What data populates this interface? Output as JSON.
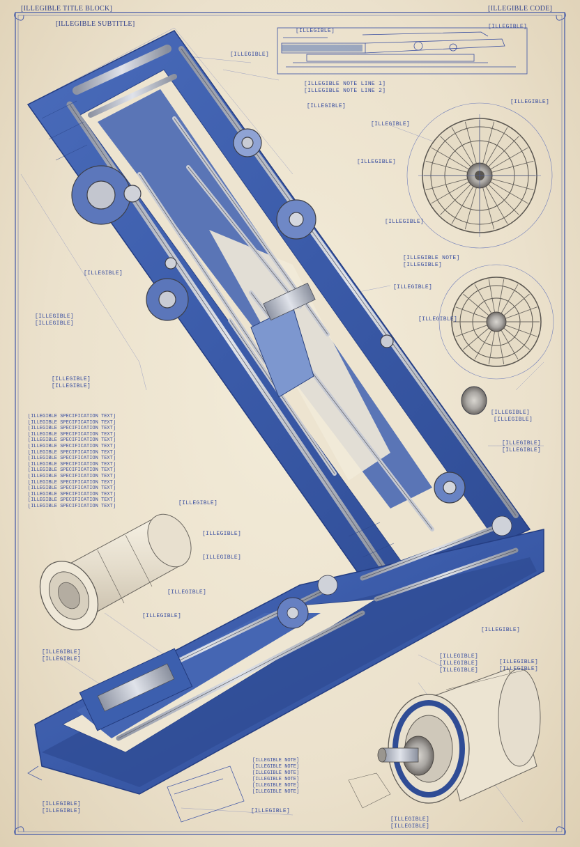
{
  "sheet": {
    "title_left": "[ILLEGIBLE TITLE BLOCK]",
    "title_right": "[ILLEGIBLE CODE]",
    "subtitle": "[ILLEGIBLE SUBTITLE]",
    "inset_caption": "[ILLEGIBLE]",
    "inset_note_right": "[ILLEGIBLE]"
  },
  "callouts": {
    "c_top_label": "[ILLEGIBLE]",
    "c_note_1": "[ILLEGIBLE NOTE LINE 1]",
    "c_note_2": "[ILLEGIBLE NOTE LINE 2]",
    "c_note_3": "[ILLEGIBLE]",
    "c_gear1_top": "[ILLEGIBLE]",
    "c_gear1_left": "[ILLEGIBLE]",
    "c_gear1_left2": "[ILLEGIBLE]",
    "c_gear1_mid": "[ILLEGIBLE]",
    "c_gear1_bot": "[ILLEGIBLE]",
    "c_gear2_top": "[ILLEGIBLE NOTE]",
    "c_gear2_top2": "[ILLEGIBLE]",
    "c_gear2_left": "[ILLEGIBLE]",
    "c_gear2_right": "[ILLEGIBLE]",
    "c_left_1": "[ILLEGIBLE]",
    "c_left_1b": "[ILLEGIBLE]",
    "c_left_2": "[ILLEGIBLE]",
    "c_left_2b": "[ILLEGIBLE]",
    "c_right_1": "[ILLEGIBLE]",
    "c_right_1b": "[ILLEGIBLE]",
    "c_right_2": "[ILLEGIBLE]",
    "c_right_2b": "[ILLEGIBLE]",
    "c_cyl_1": "[ILLEGIBLE]",
    "c_cyl_2": "[ILLEGIBLE]",
    "c_cyl_3": "[ILLEGIBLE]",
    "c_cyl_4": "[ILLEGIBLE]",
    "c_cyl_5": "[ILLEGIBLE]",
    "c_base_left": "[ILLEGIBLE]",
    "c_base_left2": "[ILLEGIBLE]",
    "c_bottom_left": "[ILLEGIBLE]",
    "c_bottom_left2": "[ILLEGIBLE]",
    "c_bottom_mid": "[ILLEGIBLE]",
    "c_hub_note": "[ILLEGIBLE]",
    "c_hub_note2": "[ILLEGIBLE]",
    "c_hub_note3": "[ILLEGIBLE]",
    "c_hub_right": "[ILLEGIBLE]",
    "c_hub_right2": "[ILLEGIBLE]",
    "c_hub_bottom": "[ILLEGIBLE]",
    "c_hub_bottom2": "[ILLEGIBLE]",
    "c_small": "[ILLEGIBLE]"
  },
  "spec_block": [
    "[ILLEGIBLE SPECIFICATION TEXT]",
    "[ILLEGIBLE SPECIFICATION TEXT]",
    "[ILLEGIBLE SPECIFICATION TEXT]",
    "[ILLEGIBLE SPECIFICATION TEXT]",
    "[ILLEGIBLE SPECIFICATION TEXT]",
    "[ILLEGIBLE SPECIFICATION TEXT]",
    "[ILLEGIBLE SPECIFICATION TEXT]",
    "[ILLEGIBLE SPECIFICATION TEXT]",
    "[ILLEGIBLE SPECIFICATION TEXT]",
    "[ILLEGIBLE SPECIFICATION TEXT]",
    "[ILLEGIBLE SPECIFICATION TEXT]",
    "[ILLEGIBLE SPECIFICATION TEXT]",
    "[ILLEGIBLE SPECIFICATION TEXT]",
    "[ILLEGIBLE SPECIFICATION TEXT]",
    "[ILLEGIBLE SPECIFICATION TEXT]",
    "[ILLEGIBLE SPECIFICATION TEXT]"
  ],
  "bottom_block": [
    "[ILLEGIBLE NOTE]",
    "[ILLEGIBLE NOTE]",
    "[ILLEGIBLE NOTE]",
    "[ILLEGIBLE NOTE]",
    "[ILLEGIBLE NOTE]",
    "[ILLEGIBLE NOTE]"
  ],
  "colors": {
    "paper": "#ebe1cc",
    "ink_blue": "#3a4fa0",
    "body_blue": "#3b5fae",
    "steel": "#b8bcc6",
    "graphite": "#6e6a66"
  }
}
